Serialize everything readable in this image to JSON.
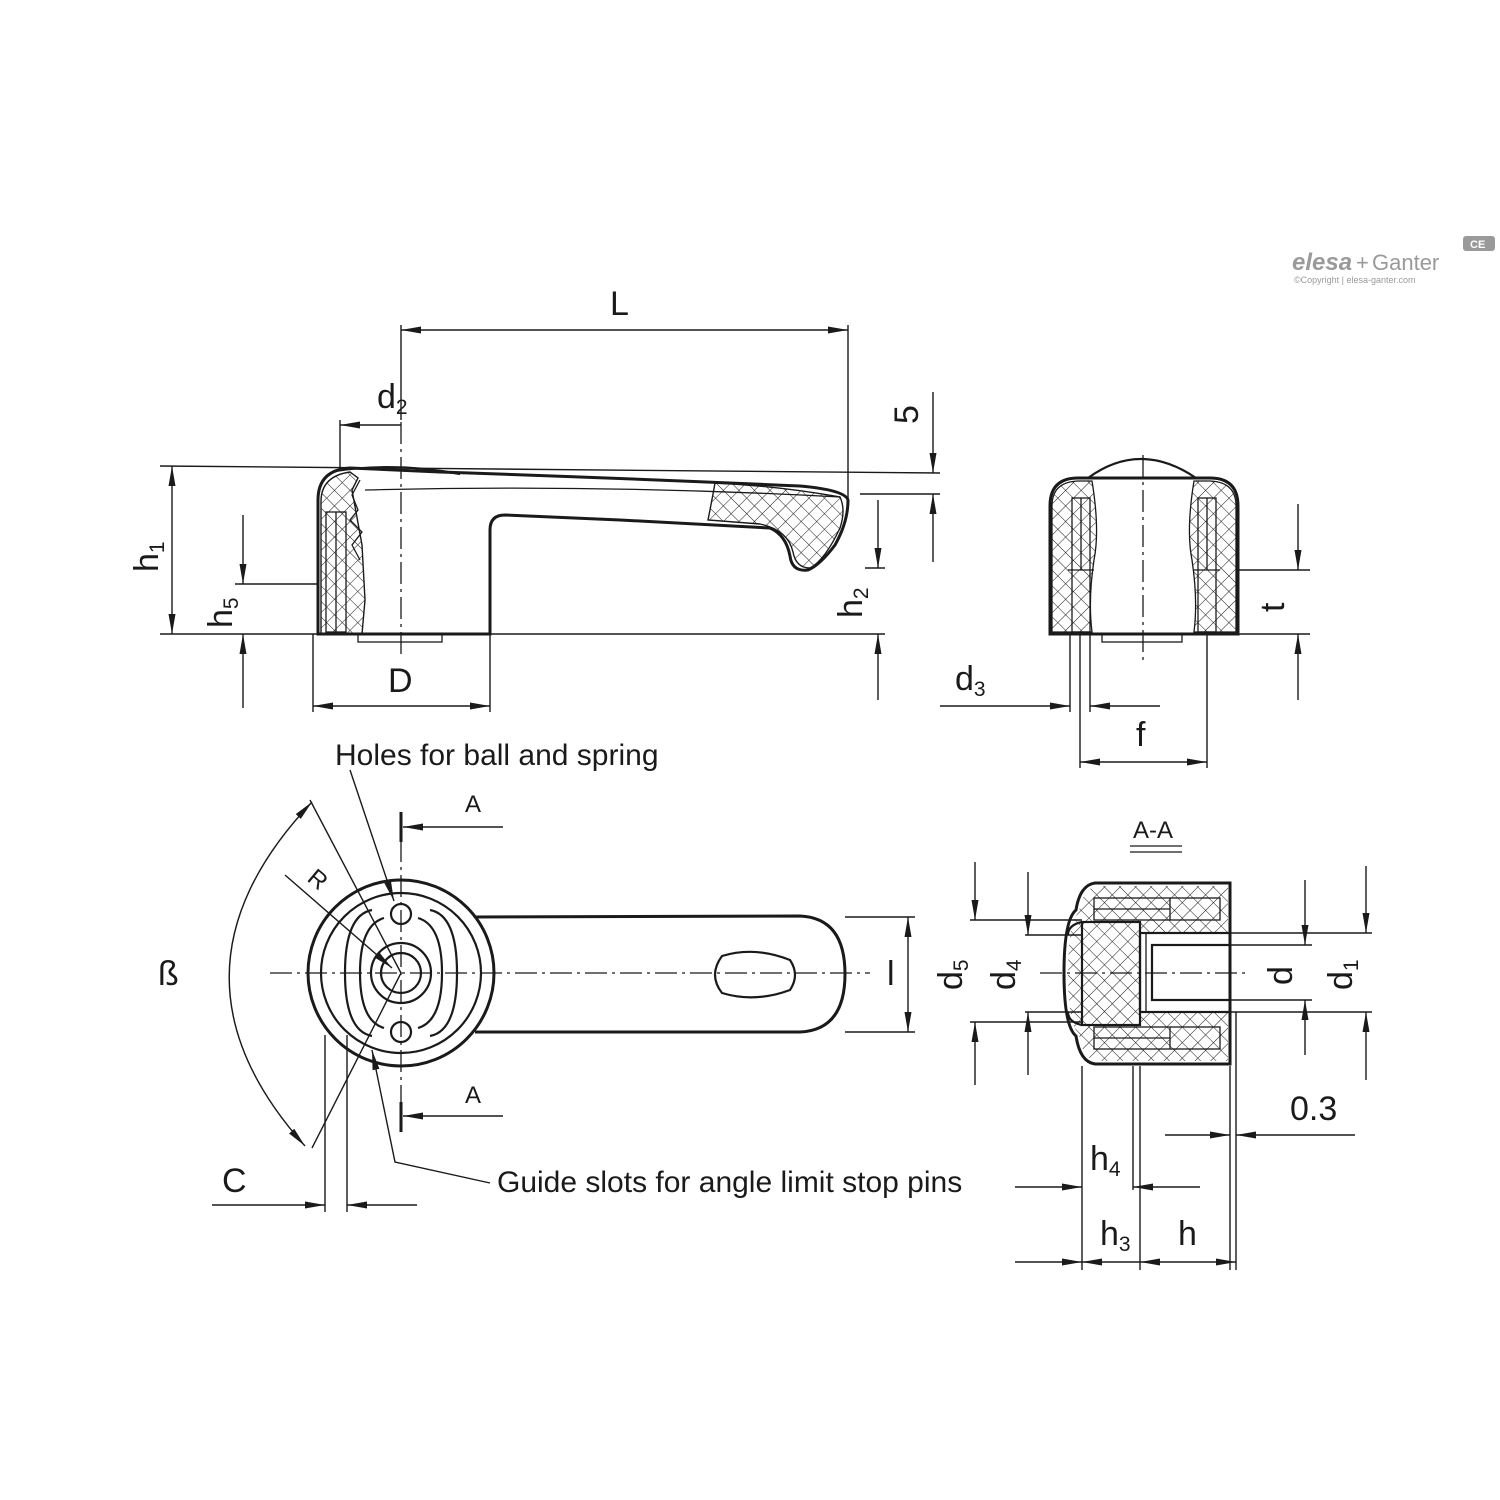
{
  "logo": {
    "brand_a": "elesa",
    "brand_plus": "+",
    "brand_b": "Ganter",
    "mark": "CE",
    "copyright": "©Copyright | elesa-ganter.com"
  },
  "side_view": {
    "L": "L",
    "d": "d",
    "d_sub": "2",
    "five": "5",
    "h1": "h",
    "h1_sub": "1",
    "h5": "h",
    "h5_sub": "5",
    "h2": "h",
    "h2_sub": "2",
    "D": "D"
  },
  "end_view": {
    "t": "t",
    "d3": "d",
    "d3_sub": "3",
    "f": "f"
  },
  "top_view": {
    "note_holes": "Holes for ball and spring",
    "note_slots": "Guide slots for angle limit stop pins",
    "section_mark": "A",
    "R": "R",
    "beta": "ß",
    "C": "C",
    "l": "l"
  },
  "section_view": {
    "title": "A-A",
    "d5": "d",
    "d5_sub": "5",
    "d4": "d",
    "d4_sub": "4",
    "d": "d",
    "d1": "d",
    "d1_sub": "1",
    "gap": "0.3",
    "h4": "h",
    "h4_sub": "4",
    "h3": "h",
    "h3_sub": "3",
    "h": "h"
  }
}
